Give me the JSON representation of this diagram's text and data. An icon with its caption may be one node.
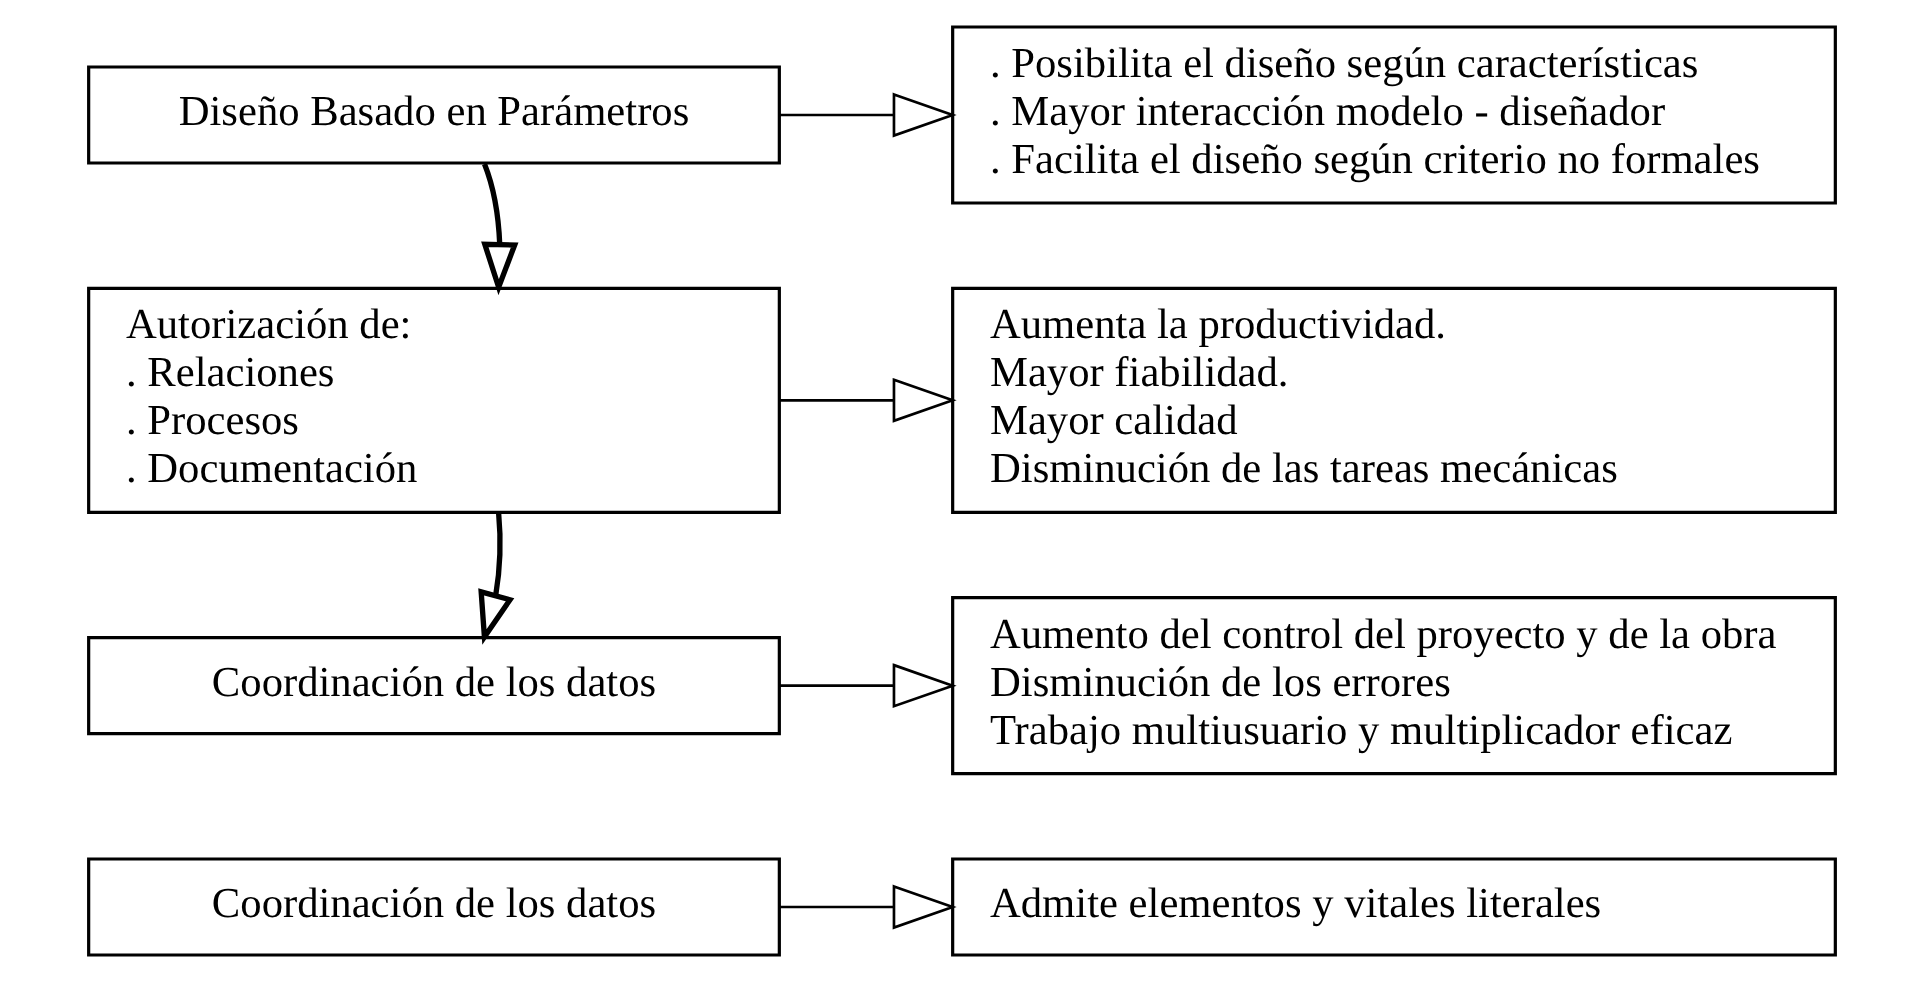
{
  "diagram": {
    "nodes": [
      {
        "text": [
          "Diseño Basado en Parámetros"
        ]
      },
      {
        "text": [
          ". Posibilita el diseño según características",
          ". Mayor interacción modelo - diseñador",
          ". Facilita el diseño según criterio no formales"
        ]
      },
      {
        "text": [
          "Autorización de:",
          ". Relaciones",
          ". Procesos",
          ". Documentación"
        ]
      },
      {
        "text": [
          "Aumenta la productividad.",
          "Mayor fiabilidad.",
          "Mayor calidad",
          "Disminución de las tareas mecánicas"
        ]
      },
      {
        "text": [
          "Coordinación de los datos"
        ]
      },
      {
        "text": [
          "Aumento del control del proyecto y de la obra",
          "Disminución de los errores",
          "Trabajo multiusuario y multiplicador eficaz"
        ]
      },
      {
        "text": [
          "Coordinación de los datos"
        ]
      },
      {
        "text": [
          "Admite elementos y vitales literales"
        ]
      }
    ],
    "edges": [
      {
        "from": 0,
        "to": 1,
        "arrow": "to"
      },
      {
        "from": 0,
        "to": 2,
        "arrow": "to"
      },
      {
        "from": 2,
        "to": 3,
        "arrow": "to"
      },
      {
        "from": 2,
        "to": 4,
        "arrow": "to"
      },
      {
        "from": 4,
        "to": 5,
        "arrow": "to"
      },
      {
        "from": 6,
        "to": 7,
        "arrow": "to"
      }
    ]
  }
}
